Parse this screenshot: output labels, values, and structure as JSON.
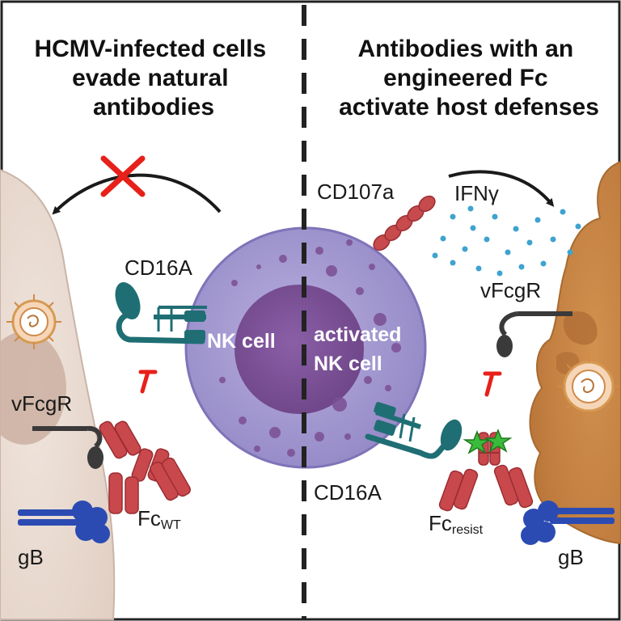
{
  "left_panel": {
    "title_lines": [
      "HCMV-infected cells",
      "evade natural",
      "antibodies"
    ],
    "labels": {
      "cd16a": "CD16A",
      "vfcgr": "vFcgR",
      "gb": "gB",
      "fc_main": "Fc",
      "fc_sub": "WT"
    }
  },
  "right_panel": {
    "title_lines": [
      "Antibodies with an",
      "engineered Fc",
      "activate host defenses"
    ],
    "labels": {
      "cd107a": "CD107a",
      "ifng": "IFNγ",
      "vfcgr": "vFcgR",
      "cd16a": "CD16A",
      "gb": "gB",
      "fc_main": "Fc",
      "fc_sub": "resist"
    }
  },
  "nk_cell": {
    "left_label": "NK cell",
    "right_label_lines": [
      "activated",
      "NK cell"
    ]
  },
  "colors": {
    "nk_outer": "#a59bcf",
    "nk_inner": "#7b5296",
    "antibody": "#c9484b",
    "receptor": "#1f6e74",
    "gb": "#2b4bb3",
    "ifng_dots": "#3fa3cf",
    "left_cell": "#ecdfd6",
    "right_cell": "#c78648",
    "inhibit": "#e8201a",
    "star": "#3bbb3b"
  }
}
